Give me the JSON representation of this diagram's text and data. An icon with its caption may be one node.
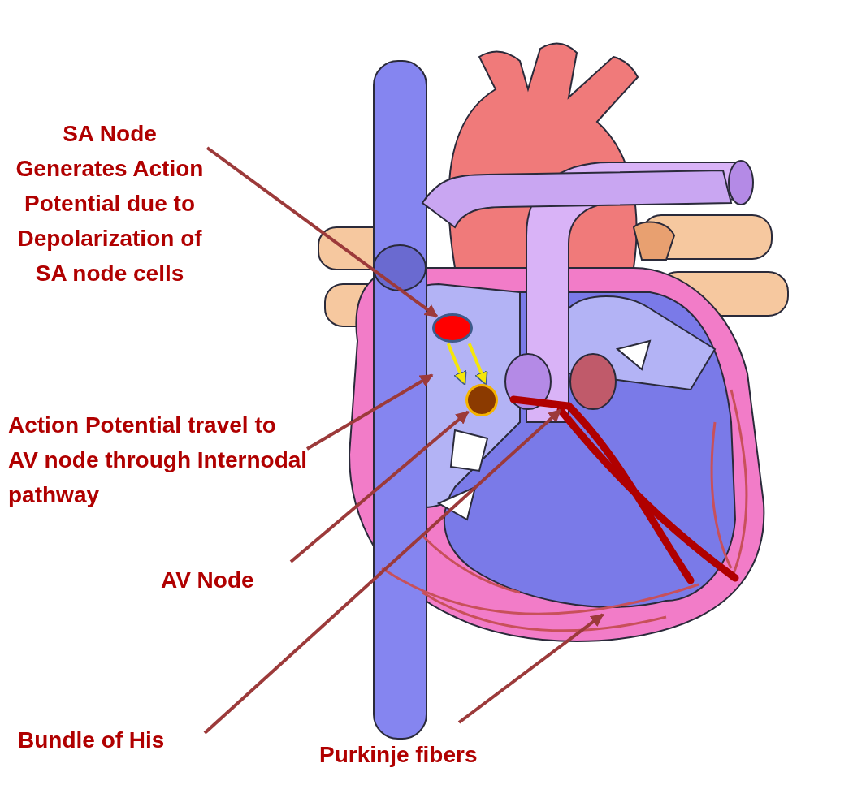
{
  "diagram": {
    "nodes": [
      {
        "text": [
          "SA Node Generates Action Potential due to Depolarization of SA node cells"
        ]
      },
      {
        "text": [],
        "shape": "circle"
      },
      {
        "text": [
          "Action Potential travel to AV node through Internodal pathway"
        ]
      },
      {
        "text": [],
        "shape": "circle"
      },
      {
        "text": [
          "AV Node"
        ]
      },
      {
        "text": [
          "Bundle of His"
        ]
      },
      {
        "text": [
          "Purkinje fibers"
        ]
      }
    ],
    "edges": [
      {
        "from": 0,
        "to": 1,
        "arrow": "to"
      },
      {
        "from": 1,
        "to": 3,
        "arrow": "to",
        "color": "#f5e60a"
      },
      {
        "from": 1,
        "to": 3,
        "arrow": "to",
        "color": "#f5e60a"
      },
      {
        "from": 2,
        "to": null,
        "arrow": "to"
      },
      {
        "from": 4,
        "to": 3,
        "arrow": "to"
      },
      {
        "from": 5,
        "to": null,
        "arrow": "to"
      },
      {
        "from": 6,
        "to": null,
        "arrow": "to"
      }
    ]
  }
}
